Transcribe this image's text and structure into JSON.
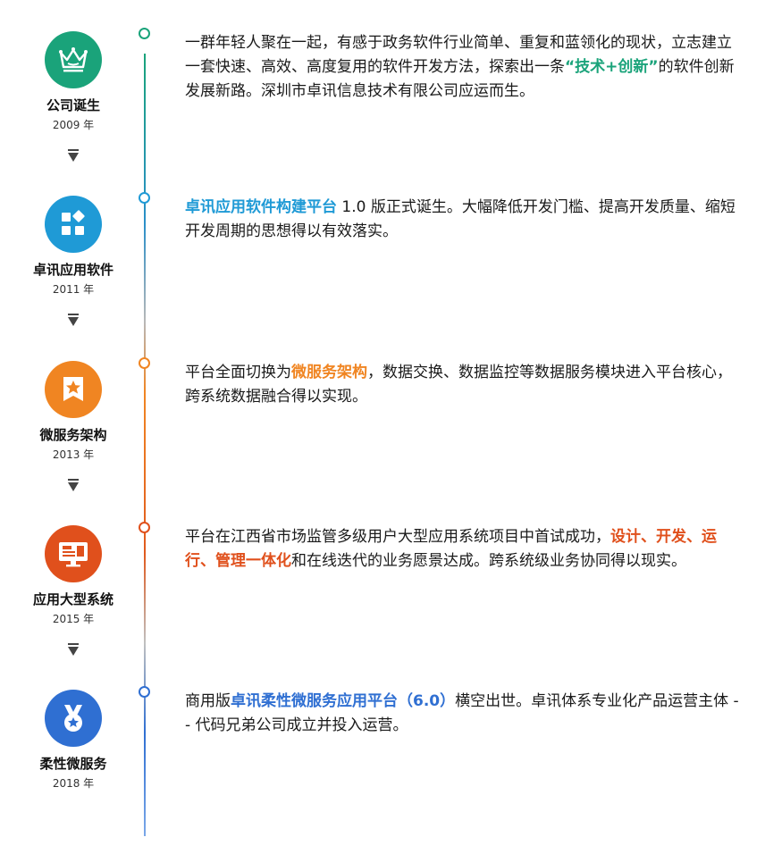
{
  "milestones": [
    {
      "title": "公司诞生",
      "year": "2009 年",
      "icon": "crown-icon",
      "color": "#1aa37a",
      "desc": [
        {
          "t": "一群年轻人聚在一起，有感于政务软件行业简单、重复和蓝领化的现状，立志建立一套快速、高效、高度复用的软件开发方法，探索出一条"
        },
        {
          "t": "“技术+创新”",
          "hl": "#1aa37a"
        },
        {
          "t": "的软件创新发展新路。深圳市卓讯信息技术有限公司应运而生。"
        }
      ]
    },
    {
      "title": "卓讯应用软件",
      "year": "2011 年",
      "icon": "apps-grid-icon",
      "color": "#1f9ad6",
      "desc": [
        {
          "t": "卓讯应用软件构建平台",
          "hl": "#1f9ad6"
        },
        {
          "t": " 1.0 版正式诞生。大幅降低开发门槛、提高开发质量、缩短开发周期的思想得以有效落实。"
        }
      ]
    },
    {
      "title": "微服务架构",
      "year": "2013 年",
      "icon": "star-bookmark-icon",
      "color": "#f08522",
      "desc": [
        {
          "t": "平台全面切换为"
        },
        {
          "t": "微服务架构",
          "hl": "#f08522"
        },
        {
          "t": "，数据交换、数据监控等数据服务模块进入平台核心，跨系统数据融合得以实现。"
        }
      ]
    },
    {
      "title": "应用大型系统",
      "year": "2015 年",
      "icon": "monitor-icon",
      "color": "#e0501c",
      "desc": [
        {
          "t": "平台在江西省市场监管多级用户大型应用系统项目中首试成功，"
        },
        {
          "t": "设计、开发、运行、管理一体化",
          "hl": "#e0501c"
        },
        {
          "t": "和在线迭代的业务愿景达成。跨系统级业务协同得以现实。"
        }
      ]
    },
    {
      "title": "柔性微服务",
      "year": "2018 年",
      "icon": "medal-icon",
      "color": "#2f6fd2",
      "desc": [
        {
          "t": "商用版"
        },
        {
          "t": "卓讯柔性微服务应用平台（6.0）",
          "hl": "#2f6fd2"
        },
        {
          "t": "横空出世。卓讯体系专业化产品运营主体 -- 代码兄弟公司成立并投入运营。"
        }
      ]
    }
  ]
}
